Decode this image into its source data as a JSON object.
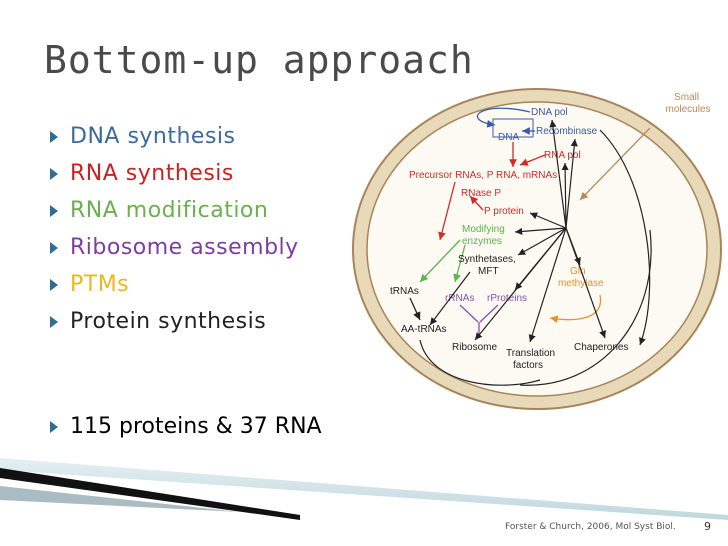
{
  "slide": {
    "title": "Bottom-up approach",
    "bullets": [
      {
        "text": "DNA synthesis",
        "color": "#3b6aa0"
      },
      {
        "text": "RNA synthesis",
        "color": "#cc1f1f"
      },
      {
        "text": "RNA modification",
        "color": "#6ab04c"
      },
      {
        "text": "Ribosome assembly",
        "color": "#7a3fa0"
      },
      {
        "text": "PTMs",
        "color": "#e8b820"
      },
      {
        "text": "Protein synthesis",
        "color": "#222222"
      }
    ],
    "extra_bullet": "115 proteins & 37 RNA",
    "citation": "Forster & Church, 2006, Mol Syst Biol.",
    "page_number": "9"
  },
  "diagram": {
    "small_molecules": "Small\nmolecules",
    "dna_pol": "DNA pol",
    "dna": "DNA",
    "recombinase": "Recombinase",
    "rna_pol": "RNA pol",
    "precursor": "Precursor RNAs, P RNA, mRNAs",
    "rnase_p": "RNase P",
    "p_protein": "P protein",
    "modifying_enzymes": "Modifying\nenzymes",
    "synthetases": "Synthetases,\nMFT",
    "gln_methylase": "Gln\nmethylase",
    "trnas": "tRNAs",
    "rrnas": "rRNAs",
    "rproteins": "rProteins",
    "aa_trnas": "AA-tRNAs",
    "ribosome": "Ribosome",
    "translation_factors": "Translation\nfactors",
    "chaperones": "Chaperones",
    "colors": {
      "cell_fill": "#e8d9b8",
      "cell_inner": "#fdfaf3",
      "cell_border": "#a8845a",
      "dna_blue": "#3b5ba8",
      "rna_red": "#d32a2a",
      "mod_green": "#5ab54a",
      "ribo_purple": "#8a4fb0",
      "ptm_orange": "#e8932a",
      "arrow_dark": "#222222",
      "small_mol_brown": "#b88a5a"
    }
  }
}
